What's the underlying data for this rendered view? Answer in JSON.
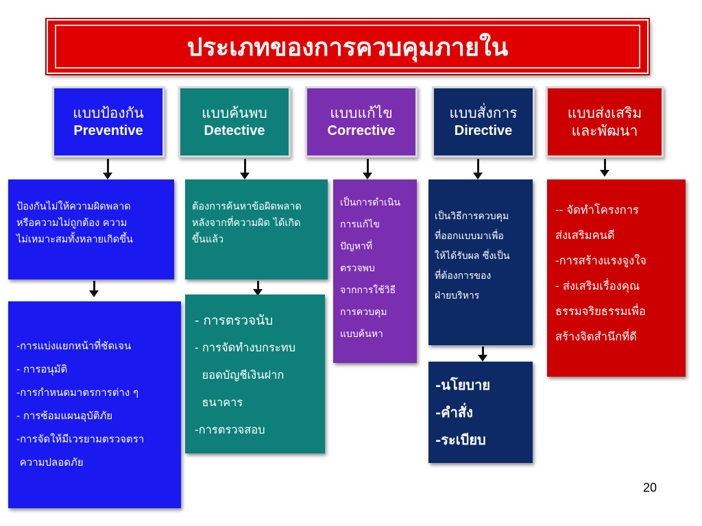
{
  "title": "ประเภทของการควบคุมภายใน",
  "page_number": "20",
  "colors": {
    "red": "#e00000",
    "blue": "#1a1af0",
    "teal": "#0f7f7a",
    "purple": "#7a2fb0",
    "navy": "#0e2a66",
    "darkred": "#cc0000"
  },
  "headers": [
    {
      "th": "แบบป้องกัน",
      "en": "Preventive"
    },
    {
      "th": "แบบค้นพบ",
      "en": "Detective"
    },
    {
      "th": "แบบแก้ไข",
      "en": "Corrective"
    },
    {
      "th": "แบบสั่งการ",
      "en": "Directive"
    },
    {
      "th": "แบบส่งเสริม",
      "th2": "และพัฒนา"
    }
  ],
  "descriptions": {
    "preventive": [
      "ป้องกันไม่ให้ความผิดพลาด",
      "หรือความไม่ถูกต้อง ความ",
      "ไม่เหมาะสมทั้งหลายเกิดขึ้น"
    ],
    "detective": [
      "ต้องการค้นหาข้อผิดพลาด",
      "หลังจากที่ความผิด ได้เกิด",
      "ขึ้นแล้ว"
    ],
    "corrective": [
      "เป็นการดำเนิน",
      "การแก้ไข",
      "ปัญหาที่",
      "ตรวจพบ",
      "จากการใช้วิธี",
      "การควบคุม",
      "แบบค้นหา"
    ],
    "directive": [
      "เป็นวิธีการควบคุม",
      "ที่ออกแบบมาเพื่อ",
      "ให้ได้รับผล ซึ่งเป็น",
      "ที่ต้องการของ",
      "ฝ่ายบริหาร"
    ],
    "promotive": [
      "-- จัดทำโครงการ",
      "ส่งเสริมคนดี",
      "-การสร้างแรงจูงใจ",
      "- ส่งเสริมเรื่องคุณ",
      "ธรรมจริยธรรมเพื่อ",
      "สร้างจิตสำนึกที่ดี"
    ]
  },
  "examples": {
    "preventive": [
      "-การแบ่งแยกหน้าที่ชัดเจน",
      "- การอนุมัติ",
      "-การกำหนดมาตรการต่าง ๆ",
      "- การซ้อมแผนอุบัติภัย",
      "-การจัดให้มีเวรยามตรวจตรา",
      " ความปลอดภัย"
    ],
    "detective": [
      "- การตรวจนับ",
      "- การจัดทำงบกระทบ",
      "  ยอดบัญชีเงินฝาก",
      "  ธนาคาร",
      "-การตรวจสอบ"
    ],
    "directive": [
      "-นโยบาย",
      "-คำสั่ง",
      "-ระเบียบ"
    ]
  }
}
